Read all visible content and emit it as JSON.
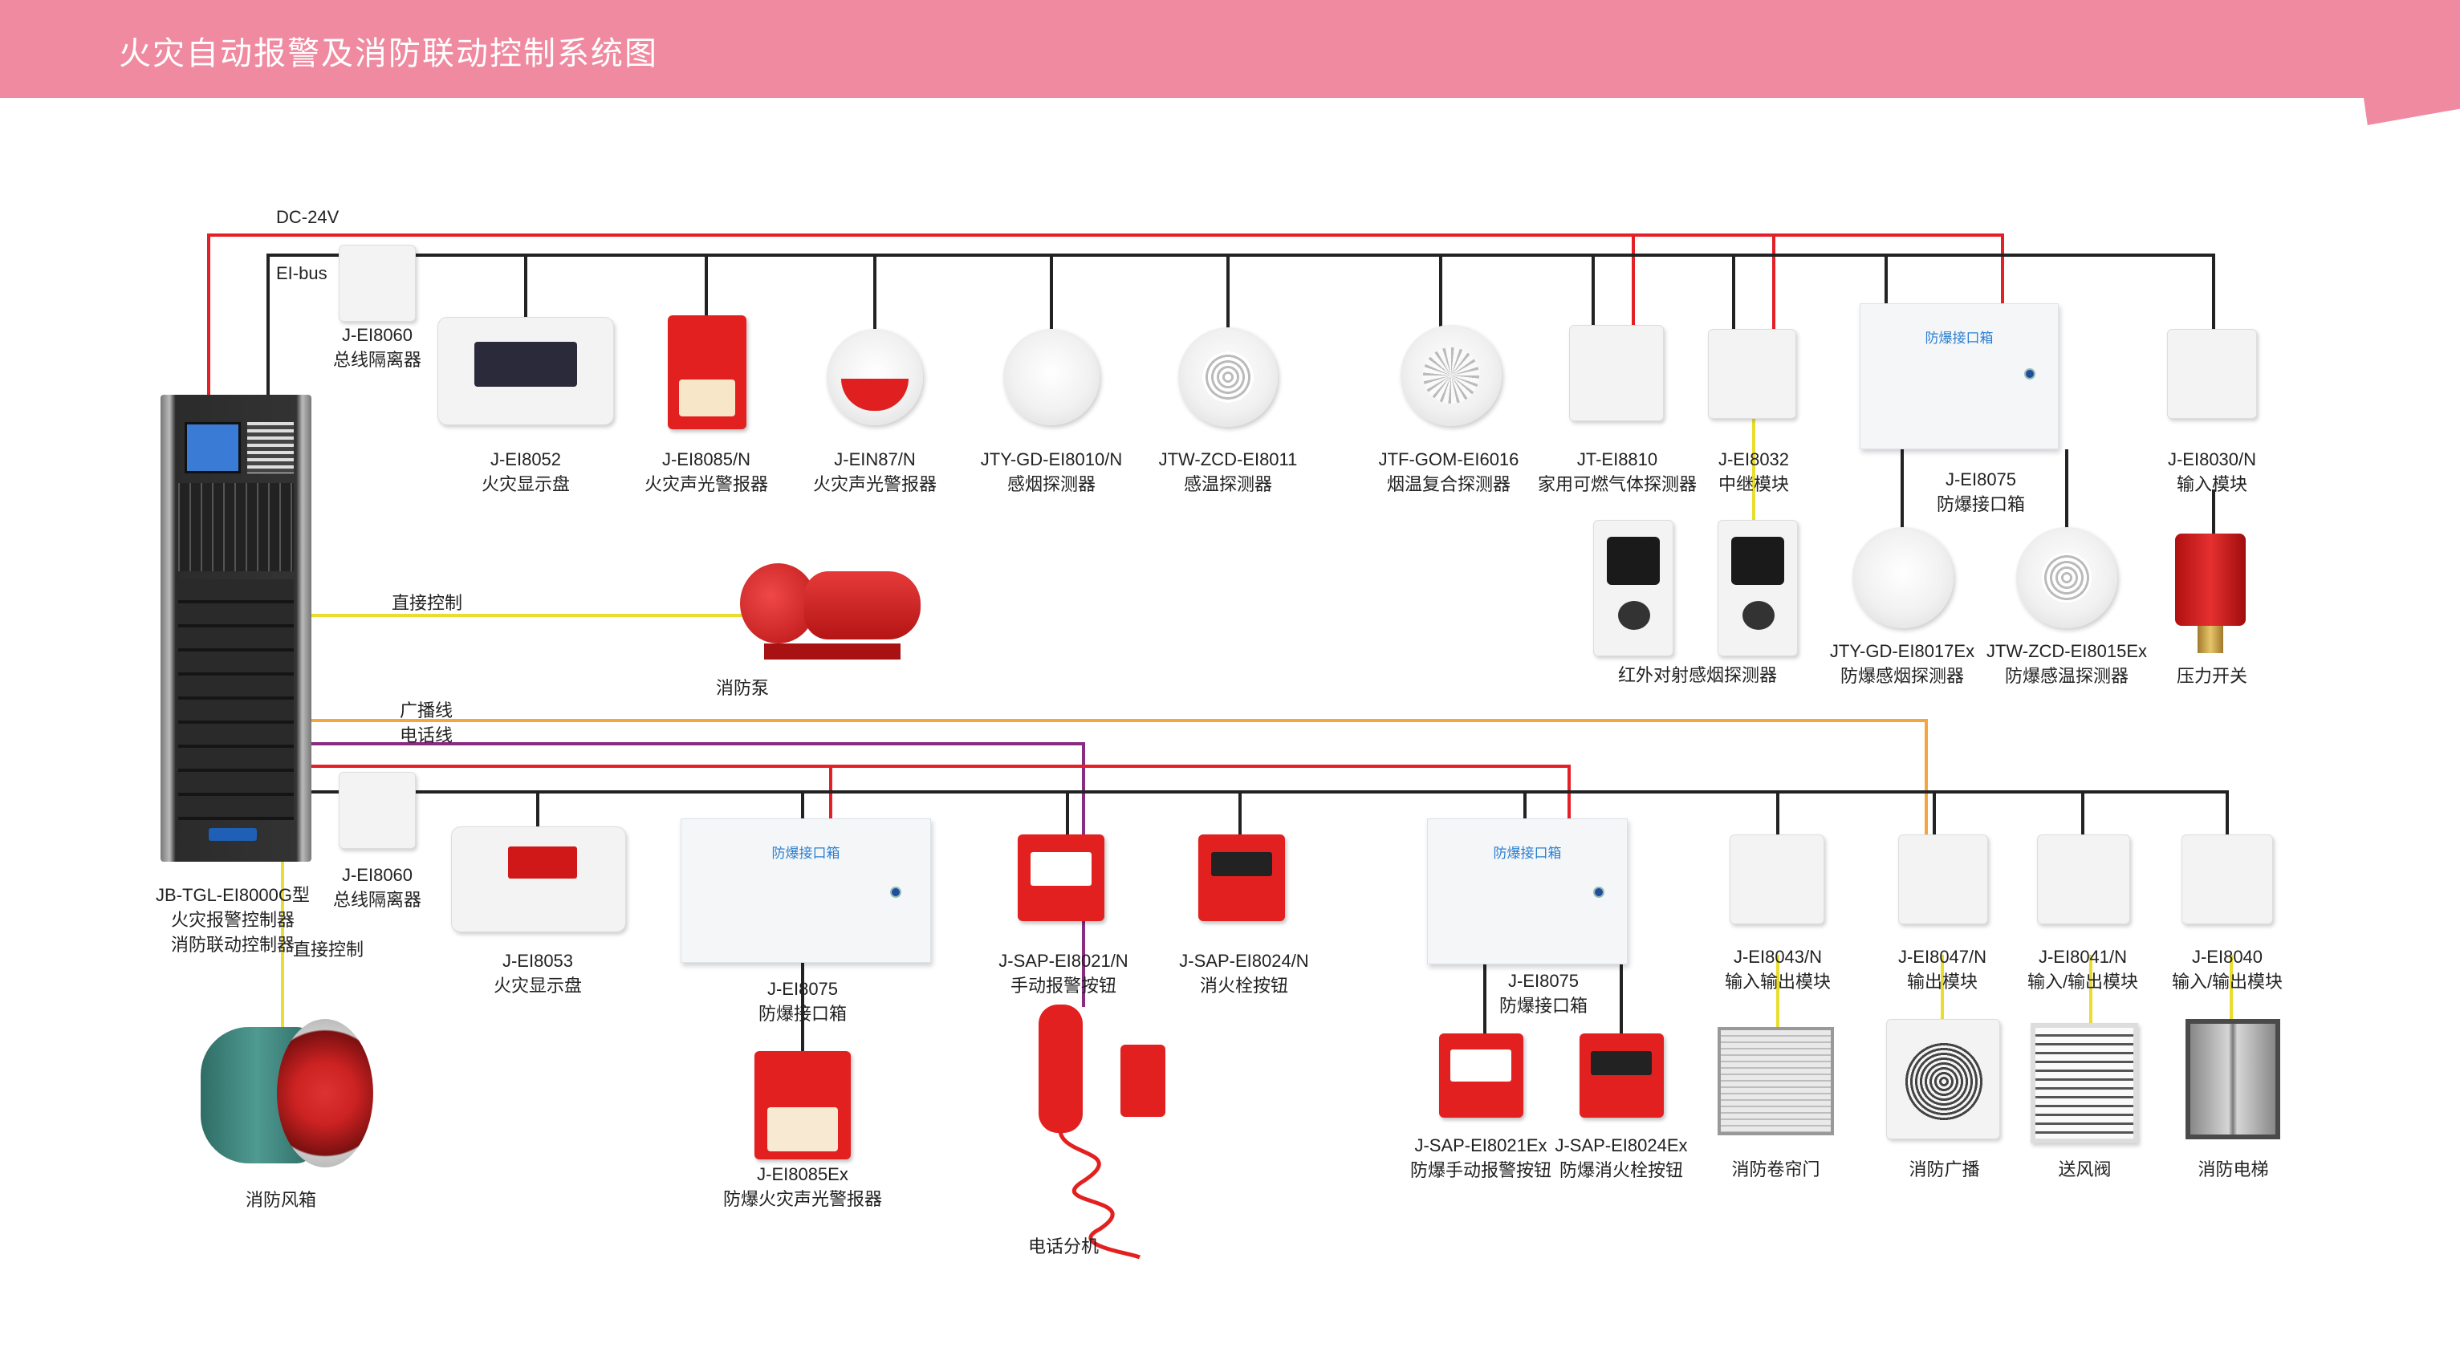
{
  "header": {
    "title": "火灾自动报警及消防联动控制系统图"
  },
  "wire_labels": {
    "dc24v": "DC-24V",
    "eibus": "EI-bus",
    "direct_control_1": "直接控制",
    "broadcast_line": "广播线",
    "phone_line": "电话线",
    "direct_control_2": "直接控制"
  },
  "panel": {
    "model": "JB-TGL-EI8000G型",
    "line1": "火灾报警控制器",
    "line2": "消防联动控制器"
  },
  "colors": {
    "header": "#ef8aa0",
    "dc24v": "#e32026",
    "bus": "#222222",
    "broadcast": "#f2a63c",
    "phone": "#8a2b82",
    "direct": "#e9de2f",
    "exp_box_title": "#2c7fd1"
  },
  "top_row": [
    {
      "model": "J-EI8060",
      "name": "总线隔离器"
    },
    {
      "model": "J-EI8052",
      "name": "火灾显示盘"
    },
    {
      "model": "J-EI8085/N",
      "name": "火灾声光警报器"
    },
    {
      "model": "J-EIN87/N",
      "name": "火灾声光警报器"
    },
    {
      "model": "JTY-GD-EI8010/N",
      "name": "感烟探测器"
    },
    {
      "model": "JTW-ZCD-EI8011",
      "name": "感温探测器"
    },
    {
      "model": "JTF-GOM-EI6016",
      "name": "烟温复合探测器"
    },
    {
      "model": "JT-EI8810",
      "name": "家用可燃气体探测器"
    },
    {
      "model": "J-EI8032",
      "name": "中继模块"
    },
    {
      "model": "J-EI8075",
      "name": "防爆接口箱"
    },
    {
      "model": "J-EI8030/N",
      "name": "输入模块"
    }
  ],
  "exp_box_label": "防爆接口箱",
  "top_sub": {
    "beam": "红外对射感烟探测器",
    "exsmoke_model": "JTY-GD-EI8017Ex",
    "exsmoke_name": "防爆感烟探测器",
    "exheat_model": "JTW-ZCD-EI8015Ex",
    "exheat_name": "防爆感温探测器",
    "pressure": "压力开关"
  },
  "pump": {
    "name": "消防泵"
  },
  "fan": {
    "name": "消防风箱"
  },
  "bottom_row": [
    {
      "model": "J-EI8060",
      "name": "总线隔离器"
    },
    {
      "model": "J-EI8053",
      "name": "火灾显示盘"
    },
    {
      "model": "J-EI8075",
      "name": "防爆接口箱"
    },
    {
      "model": "J-SAP-EI8021/N",
      "name": "手动报警按钮"
    },
    {
      "model": "J-SAP-EI8024/N",
      "name": "消火栓按钮"
    },
    {
      "model": "J-EI8075",
      "name": "防爆接口箱"
    },
    {
      "model": "J-EI8043/N",
      "name": "输入输出模块"
    },
    {
      "model": "J-EI8047/N",
      "name": "输出模块"
    },
    {
      "model": "J-EI8041/N",
      "name": "输入/输出模块"
    },
    {
      "model": "J-EI8040",
      "name": "输入/输出模块"
    }
  ],
  "bottom_sub": {
    "ex_alarm_model": "J-EI8085Ex",
    "ex_alarm_name": "防爆火灾声光警报器",
    "phone": "电话分机",
    "ex_manual_model": "J-SAP-EI8021Ex",
    "ex_manual_name": "防爆手动报警按钮",
    "ex_hydrant_model": "J-SAP-EI8024Ex",
    "ex_hydrant_name": "防爆消火栓按钮",
    "shutter": "消防卷帘门",
    "broadcast": "消防广播",
    "damper": "送风阀",
    "elevator": "消防电梯"
  }
}
